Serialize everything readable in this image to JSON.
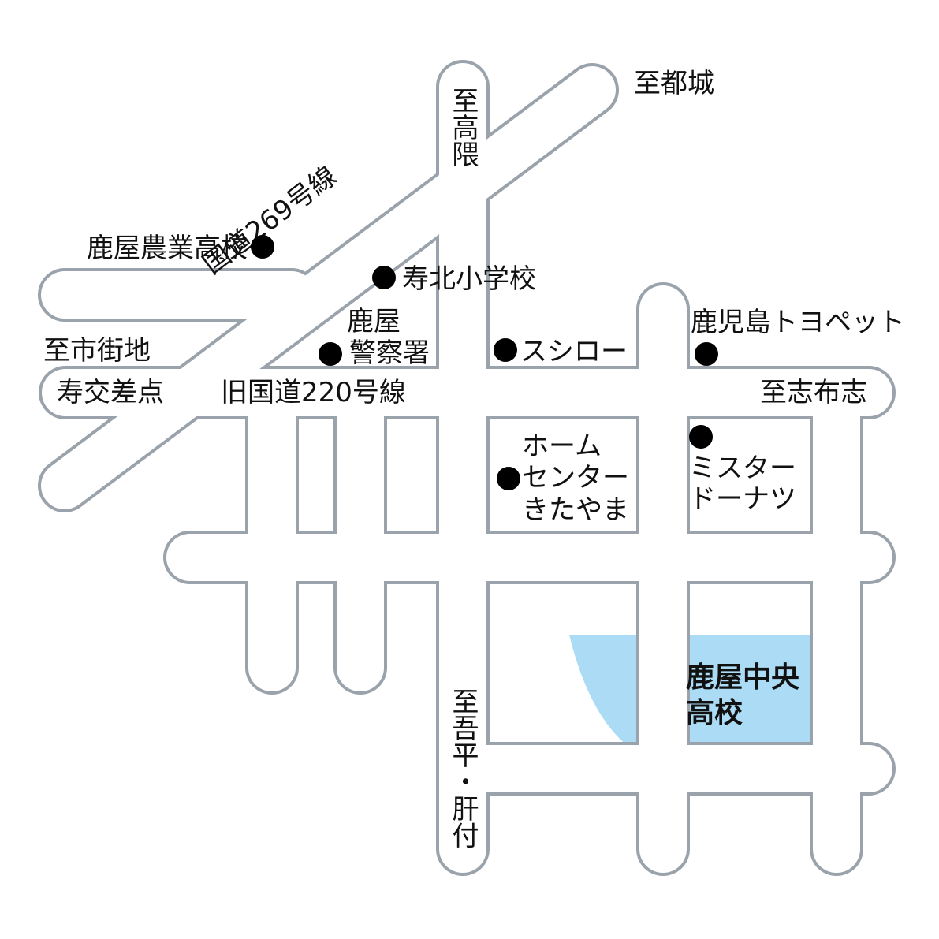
{
  "directions": {
    "miyakonojo": "至都城",
    "takakuma": "至高隈",
    "shigaichi": "至市街地",
    "shibushi": "至志布志",
    "aira_kimotsuki": "至吾平・肝付"
  },
  "roads": {
    "route269": "国道269号線",
    "old_route220": "旧国道220号線",
    "kotobuki_junction": "寿交差点"
  },
  "landmarks": {
    "kanoya_agri_school": "鹿屋農業高校",
    "kotobuki_north_elem": "寿北小学校",
    "police_line1": "鹿屋",
    "police_line2": "警察署",
    "sushiro": "スシロー",
    "toyopet": "鹿児島トヨペット",
    "homecenter_line1": "ホーム",
    "homecenter_line2": "センター",
    "homecenter_line3": "きたやま",
    "misdo_line1": "ミスター",
    "misdo_line2": "ドーナツ"
  },
  "school": {
    "line1": "鹿屋中央",
    "line2": "高校"
  },
  "colors": {
    "road_outline": "#9aa3ab",
    "road_fill": "#ffffff",
    "school_area": "#acdcf5",
    "text": "#111111",
    "marker": "#000000"
  }
}
